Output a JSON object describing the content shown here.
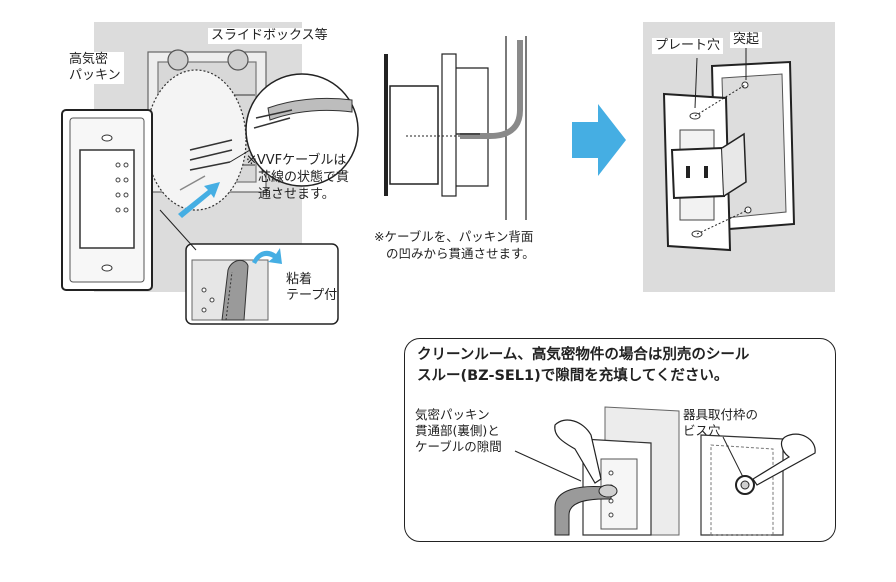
{
  "labels": {
    "slide_box": "スライドボックス等",
    "airtight_packing": [
      "高気密",
      "パッキン"
    ],
    "vvf_note": [
      "※VVFケーブルは",
      "芯線の状態で貫",
      "通させます。"
    ],
    "adhesive_tape": [
      "粘着",
      "テープ付"
    ],
    "cable_note": [
      "※ケーブルを、パッキン背面",
      "の凹みから貫通させます。"
    ],
    "plate_hole": "プレート穴",
    "protrusion": "突起"
  },
  "callout": {
    "title": [
      "クリーンルーム、高気密物件の場合は別売のシール",
      "スルー(BZ-SEL1)で隙間を充填してください。"
    ],
    "left_label": [
      "気密パッキン",
      "貫通部(裏側)と",
      "ケーブルの隙間"
    ],
    "right_label": [
      "器具取付枠の",
      "ビス穴"
    ]
  },
  "colors": {
    "panel_gray": "#dcdcdc",
    "arrow_blue": "#45aee3",
    "cable_gray": "#9a9a9a",
    "outline": "#222222"
  },
  "icons": [
    "arrow-right-icon",
    "curved-arrow-icon"
  ]
}
